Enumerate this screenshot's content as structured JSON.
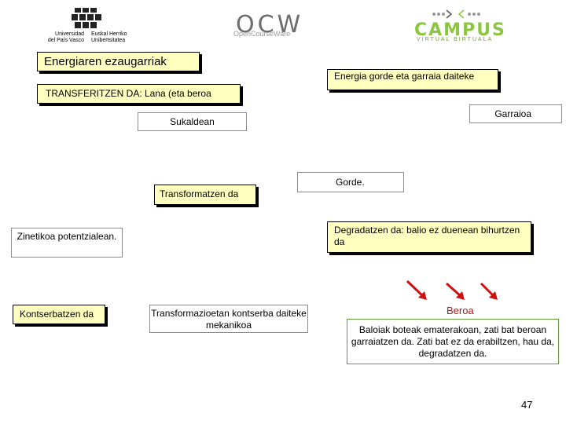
{
  "logos": {
    "upv": {
      "line1": "Universidad\ndel País Vasco",
      "line2": "Euskal Herriko\nUnibertsitatea"
    },
    "ocw": {
      "big": "OCW",
      "small": "OpenCourseWare"
    },
    "campus": {
      "big": "CAMPUS",
      "small": "VIRTUAL BIRTUALA"
    }
  },
  "slide": {
    "title": "Energiaren ezaugarriak",
    "transferitzen": "TRANSFERITZEN DA: Lana (eta beroa",
    "energia_gorde": "Energia gorde eta garraia daiteke",
    "garraioa": "Garraioa",
    "sukaldean": "Sukaldean",
    "gorde": "Gorde.",
    "transformatzen": "Transformatzen da",
    "degradatzen": "Degradatzen da: balio ez duenean bihurtzen da",
    "zinetikoa": "Zinetikoa potentzialean.",
    "kontserbatzen": "Kontserbatzen da",
    "transformazioetan": "Transformazioetan kontserba daiteke mekanikoa",
    "beroa": "Beroa",
    "baloiak": "Baloiak boteak ematerakoan, zati bat beroan garraiatzen da. Zati bat ez da erabiltzen, hau da, degradatzen da.",
    "page_number": "47"
  },
  "colors": {
    "box_fill": "#ffffc0",
    "arrow": "#d01010",
    "campus_green": "#8cc63f"
  }
}
